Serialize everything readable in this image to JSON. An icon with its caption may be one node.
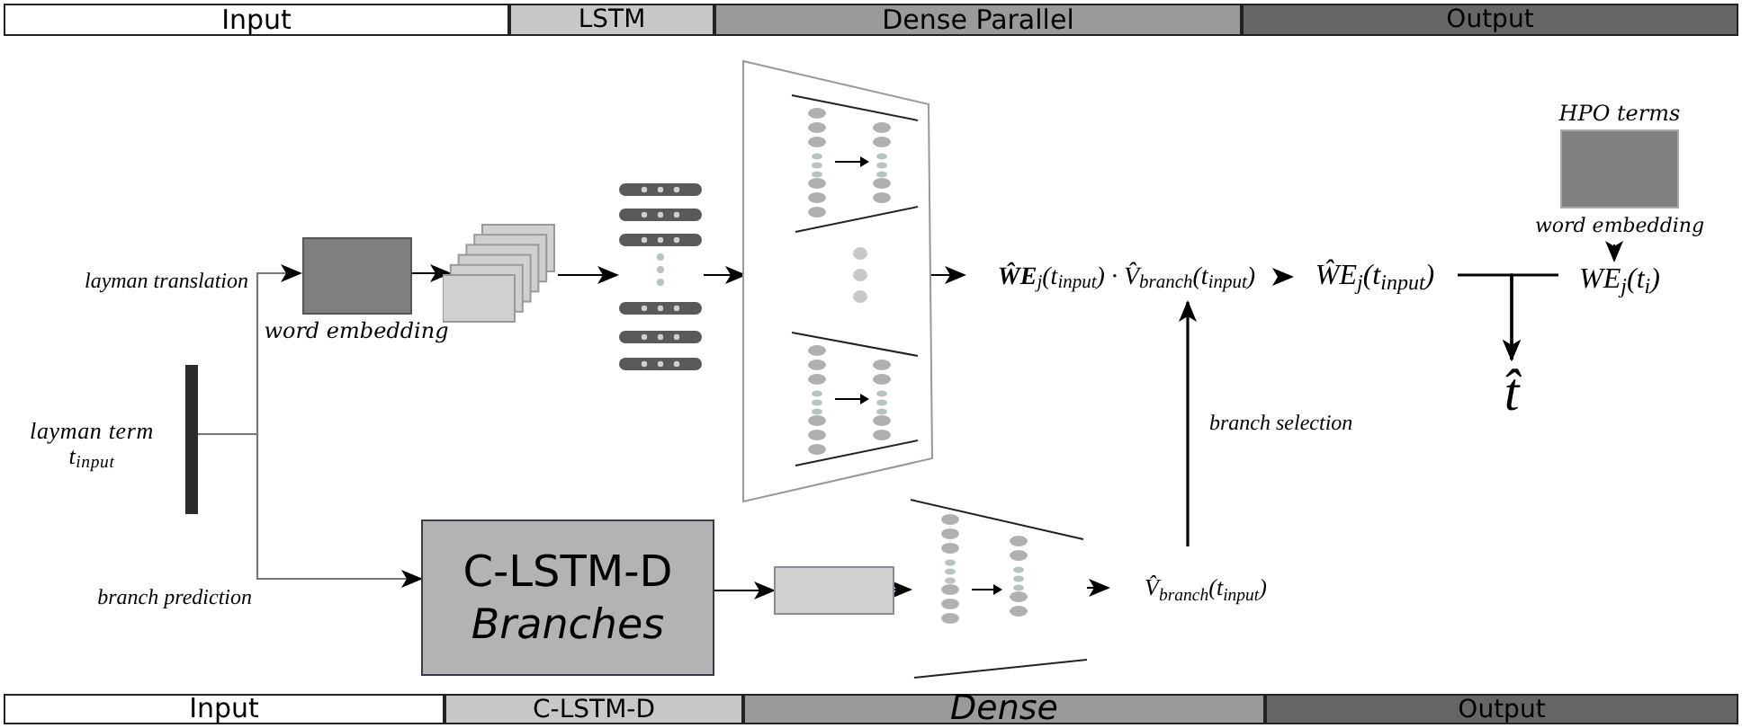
{
  "diagram": {
    "nodes": [
      {
        "text": [
          "Input"
        ]
      },
      {
        "text": [
          "LSTM"
        ]
      },
      {
        "text": [
          "Dense Parallel"
        ]
      },
      {
        "text": [
          "Output"
        ]
      },
      {
        "text": [],
        "shape": "bar",
        "beside": [
          "layman term t$_{input}$"
        ]
      },
      {
        "text": [
          "word embedding"
        ]
      },
      {
        "text": [],
        "shape": "box"
      },
      {
        "text": [],
        "shape": "picture"
      },
      {
        "text": [],
        "shape": "picture"
      },
      {
        "text": [
          "**ŴE**$_{j}$(t$_{input}$) · V̂$_{branch}$(t$_{input}$)"
        ]
      },
      {
        "text": [
          "ŴE$_{j}$(t$_{input}$)"
        ]
      },
      {
        "text": [
          "HPO terms",
          "word embedding"
        ]
      },
      {
        "text": [
          "WE$_{j}$(t$_{i}$)"
        ]
      },
      {
        "text": [
          "t̂"
        ]
      },
      {
        "text": [
          "C-LSTM-D",
          "Branches"
        ]
      },
      {
        "text": [],
        "shape": "box"
      },
      {
        "text": [],
        "shape": "picture"
      },
      {
        "text": [
          "V̂$_{branch}$(t$_{input}$)"
        ]
      },
      {
        "text": [
          "Input"
        ]
      },
      {
        "text": [
          "C-LSTM-D"
        ]
      },
      {
        "text": [
          "Dense"
        ]
      },
      {
        "text": [
          "Output"
        ]
      }
    ],
    "edges": [
      {
        "from": 4,
        "to": 5,
        "arrow": "to",
        "label": "layman translation",
        "color": "#777777"
      },
      {
        "from": 4,
        "to": 14,
        "arrow": "to",
        "label": "branch prediction",
        "color": "#777777"
      },
      {
        "from": 5,
        "to": 6,
        "arrow": "to"
      },
      {
        "from": 6,
        "to": 7,
        "arrow": "to"
      },
      {
        "from": 7,
        "to": 8,
        "arrow": "to"
      },
      {
        "from": 8,
        "to": 9,
        "arrow": "to"
      },
      {
        "from": 9,
        "to": 10,
        "arrow": "to"
      },
      {
        "from": 10,
        "to": 13,
        "arrow": "to"
      },
      {
        "from": 12,
        "to": 13,
        "arrow": "to"
      },
      {
        "from": 11,
        "to": 12,
        "arrow": "to"
      },
      {
        "from": 14,
        "to": 15,
        "arrow": "to"
      },
      {
        "from": 15,
        "to": 16,
        "arrow": "to"
      },
      {
        "from": 16,
        "to": 17,
        "arrow": "to"
      },
      {
        "from": 17,
        "to": 9,
        "arrow": "to",
        "label": "branch selection"
      }
    ]
  }
}
